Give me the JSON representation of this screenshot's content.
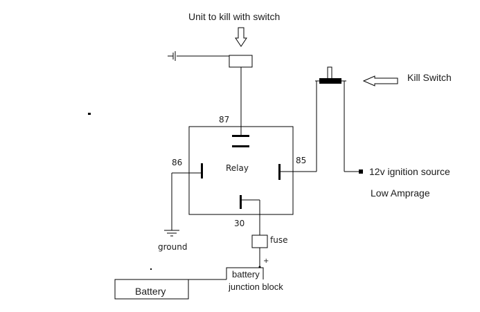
{
  "diagram": {
    "title": "Unit to kill with switch",
    "kill_switch_label": "Kill Switch",
    "ignition_label": "12v ignition source",
    "amperage_label": "Low Amprage",
    "relay": {
      "label": "Relay",
      "pins": {
        "p87": "87",
        "p86": "86",
        "p85": "85",
        "p30": "30"
      }
    },
    "ground_label": "ground",
    "fuse_label": "fuse",
    "plus_label": "+",
    "junction_label_1": "battery",
    "junction_label_2": "junction block",
    "battery_label": "Battery"
  }
}
